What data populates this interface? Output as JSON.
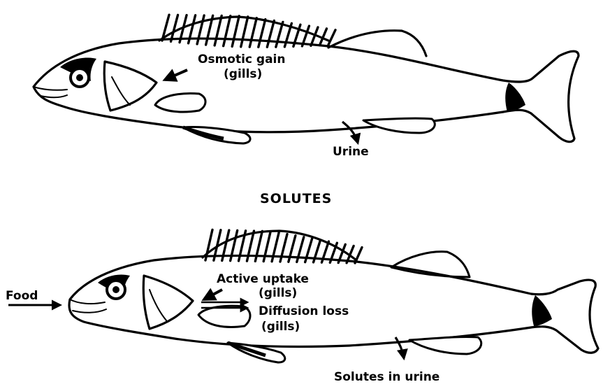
{
  "section_heading": "SOLUTES",
  "top_fish": {
    "label_osmotic_line1": "Osmotic gain",
    "label_osmotic_line2": "(gills)",
    "label_urine": "Urine"
  },
  "bottom_fish": {
    "label_food": "Food",
    "label_active_line1": "Active uptake",
    "label_active_line2": "(gills)",
    "label_diffusion_line1": "Diffusion loss",
    "label_diffusion_line2": "(gills)",
    "label_solutes_urine": "Solutes in urine"
  }
}
